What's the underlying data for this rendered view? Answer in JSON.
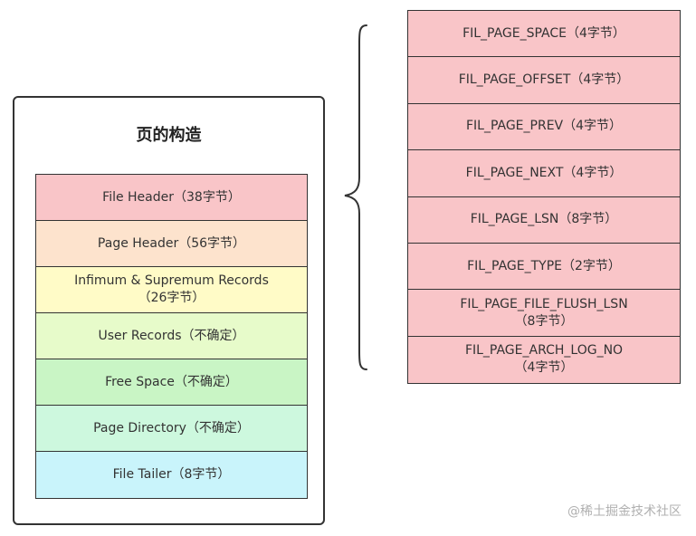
{
  "page_structure": {
    "title": "页的构造",
    "rows": [
      {
        "label": "File Header（38字节）",
        "color": "#f9c5c8"
      },
      {
        "label": "Page Header（56字节）",
        "color": "#fde3cd"
      },
      {
        "label": "Infimum & Supremum Records\n（26字节）",
        "color": "#fffbc7"
      },
      {
        "label": "User Records（不确定）",
        "color": "#e7fbca"
      },
      {
        "label": "Free Space（不确定）",
        "color": "#c9f5c5"
      },
      {
        "label": "Page Directory（不确定）",
        "color": "#cdf8de"
      },
      {
        "label": "File Tailer（8字节）",
        "color": "#c9f4fb"
      }
    ]
  },
  "file_header": {
    "color": "#f9c5c8",
    "fields": [
      {
        "label": "FIL_PAGE_SPACE（4字节）"
      },
      {
        "label": "FIL_PAGE_OFFSET（4字节）"
      },
      {
        "label": "FIL_PAGE_PREV（4字节）"
      },
      {
        "label": "FIL_PAGE_NEXT（4字节）"
      },
      {
        "label": "FIL_PAGE_LSN（8字节）"
      },
      {
        "label": "FIL_PAGE_TYPE（2字节）"
      },
      {
        "label": "FIL_PAGE_FILE_FLUSH_LSN\n（8字节）"
      },
      {
        "label": "FIL_PAGE_ARCH_LOG_NO\n（4字节）"
      }
    ]
  },
  "watermark": "@稀土掘金技术社区"
}
